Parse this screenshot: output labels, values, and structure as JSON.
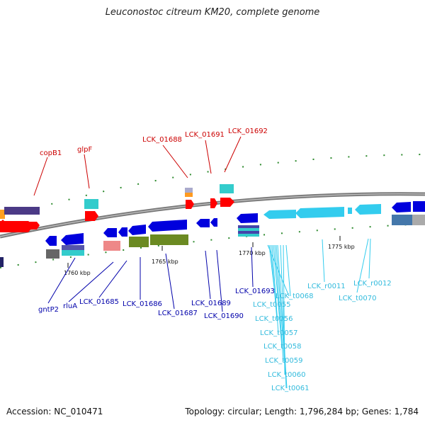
{
  "title": "Leuconostoc citreum KM20, complete genome",
  "footer": {
    "accession": "Accession: NC_010471",
    "summary": "Topology: circular; Length: 1,796,284 bp; Genes: 1,784"
  },
  "scale_labels": [
    "1760 kbp",
    "1765 kbp",
    "1770 kbp",
    "1775 kbp"
  ],
  "gene_labels": {
    "top_red": [
      "copB1",
      "glpF",
      "LCK_01688",
      "LCK_01691",
      "LCK_01692"
    ],
    "bottom_blue": [
      "gntP2",
      "rluA",
      "LCK_01685",
      "LCK_01686",
      "LCK_01687",
      "LCK_01689",
      "LCK_01690",
      "LCK_01693"
    ],
    "rna_cyan": [
      "LCK_t0068",
      "LCK_t0055",
      "LCK_t0056",
      "LCK_t0057",
      "LCK_t0058",
      "LCK_t0059",
      "LCK_t0060",
      "LCK_t0061",
      "LCK_r0011",
      "LCK_r0012",
      "LCK_t0070"
    ]
  },
  "colors": {
    "cds_plus": "#ff0000",
    "cds_minus": "#0000dd",
    "rna": "#33ccee",
    "backbone": "#888888",
    "cds_label": "#cc0000",
    "minus_label": "#0000aa",
    "rna_label": "#33bbdd"
  }
}
